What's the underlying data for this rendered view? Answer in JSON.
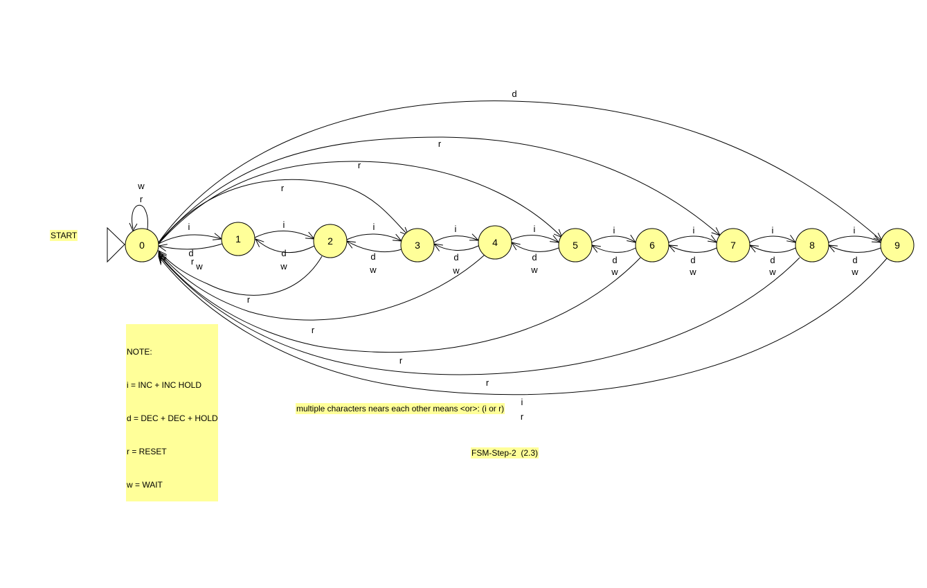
{
  "start_label": "START",
  "note": {
    "title": "NOTE:",
    "lines": [
      "i = INC + INC HOLD",
      "d = DEC + DEC + HOLD",
      "r = RESET",
      "w = WAIT"
    ]
  },
  "or_note": "multiple characters nears each other means <or>: (i or r)",
  "caption": "FSM-Step-2  (2.3)",
  "colors": {
    "state_fill": "#ffff99",
    "note_fill": "#ffff99",
    "stroke": "#000000"
  },
  "states": [
    {
      "id": "0",
      "label": "0",
      "start": true
    },
    {
      "id": "1",
      "label": "1"
    },
    {
      "id": "2",
      "label": "2"
    },
    {
      "id": "3",
      "label": "3"
    },
    {
      "id": "4",
      "label": "4"
    },
    {
      "id": "5",
      "label": "5"
    },
    {
      "id": "6",
      "label": "6"
    },
    {
      "id": "7",
      "label": "7"
    },
    {
      "id": "8",
      "label": "8"
    },
    {
      "id": "9",
      "label": "9"
    }
  ],
  "transitions": [
    {
      "from": "0",
      "to": "0",
      "labels": [
        "w",
        "r"
      ]
    },
    {
      "from": "0",
      "to": "1",
      "labels": [
        "i"
      ]
    },
    {
      "from": "1",
      "to": "0",
      "labels": [
        "d",
        "r",
        "w"
      ]
    },
    {
      "from": "1",
      "to": "2",
      "labels": [
        "i"
      ]
    },
    {
      "from": "2",
      "to": "1",
      "labels": [
        "d",
        "w"
      ]
    },
    {
      "from": "2",
      "to": "3",
      "labels": [
        "i"
      ]
    },
    {
      "from": "3",
      "to": "2",
      "labels": [
        "d",
        "w"
      ]
    },
    {
      "from": "3",
      "to": "4",
      "labels": [
        "i"
      ]
    },
    {
      "from": "4",
      "to": "3",
      "labels": [
        "d",
        "w"
      ]
    },
    {
      "from": "4",
      "to": "5",
      "labels": [
        "i"
      ]
    },
    {
      "from": "5",
      "to": "4",
      "labels": [
        "d",
        "w"
      ]
    },
    {
      "from": "5",
      "to": "6",
      "labels": [
        "i"
      ]
    },
    {
      "from": "6",
      "to": "5",
      "labels": [
        "d",
        "w"
      ]
    },
    {
      "from": "6",
      "to": "7",
      "labels": [
        "i"
      ]
    },
    {
      "from": "7",
      "to": "6",
      "labels": [
        "d",
        "w"
      ]
    },
    {
      "from": "7",
      "to": "8",
      "labels": [
        "i"
      ]
    },
    {
      "from": "8",
      "to": "7",
      "labels": [
        "d",
        "w"
      ]
    },
    {
      "from": "8",
      "to": "9",
      "labels": [
        "i"
      ]
    },
    {
      "from": "9",
      "to": "8",
      "labels": [
        "d",
        "w"
      ]
    },
    {
      "from": "0",
      "to": "3",
      "labels": [
        "r"
      ]
    },
    {
      "from": "0",
      "to": "5",
      "labels": [
        "r"
      ]
    },
    {
      "from": "0",
      "to": "7",
      "labels": [
        "r"
      ]
    },
    {
      "from": "0",
      "to": "9",
      "labels": [
        "d"
      ]
    },
    {
      "from": "2",
      "to": "0",
      "labels": [
        "r"
      ]
    },
    {
      "from": "4",
      "to": "0",
      "labels": [
        "r"
      ]
    },
    {
      "from": "6",
      "to": "0",
      "labels": [
        "r"
      ]
    },
    {
      "from": "8",
      "to": "0",
      "labels": [
        "r"
      ]
    },
    {
      "from": "9",
      "to": "0",
      "labels": [
        "r",
        "i",
        "r"
      ]
    }
  ]
}
